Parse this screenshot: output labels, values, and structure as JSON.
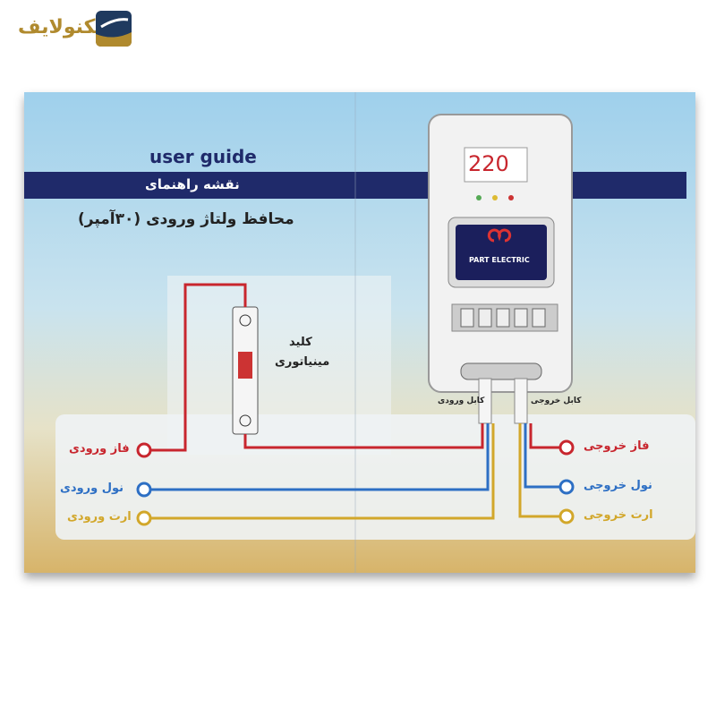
{
  "logo": {
    "text": "تکنولایف",
    "colors": {
      "navy": "#1f3a5f",
      "gold": "#b08a2e"
    }
  },
  "guide": {
    "english_title": "user guide",
    "band_title": "نقشه راهنمای",
    "product_title": "محافظ ولتاژ ورودی (۳۰آمپر)",
    "breaker_label_1": "کلید",
    "breaker_label_2": "مینیاتوری",
    "input_cable": "کابل ورودی",
    "output_cable": "کابل خروجی",
    "inputs": [
      "فاز ورودی",
      "نول ورودی",
      "ارت ورودی"
    ],
    "outputs": [
      "فاز خروجی",
      "نول خروجی",
      "ارت خروجی"
    ],
    "device": {
      "display": "220",
      "brand": "PART ELECTRIC"
    },
    "wire_colors": {
      "phase": "#c8262e",
      "neutral": "#2d6fc4",
      "earth": "#d2a72a"
    }
  }
}
